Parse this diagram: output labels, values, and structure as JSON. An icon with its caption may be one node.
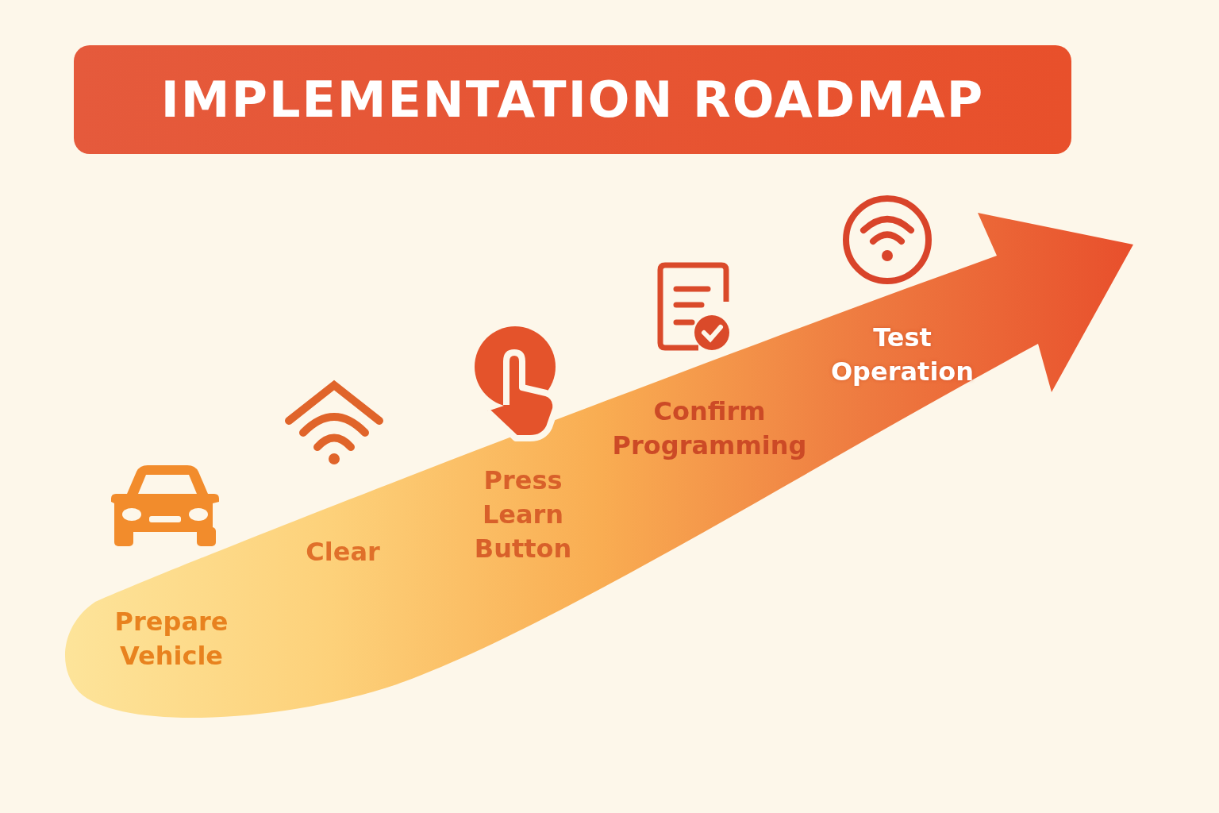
{
  "diagram": {
    "title": "IMPLEMENTATION ROADMAP",
    "labels": [
      "Prepare Vehicle",
      "Clear",
      "Press Learn Button",
      "Confirm Programming",
      "Test Operation"
    ]
  }
}
